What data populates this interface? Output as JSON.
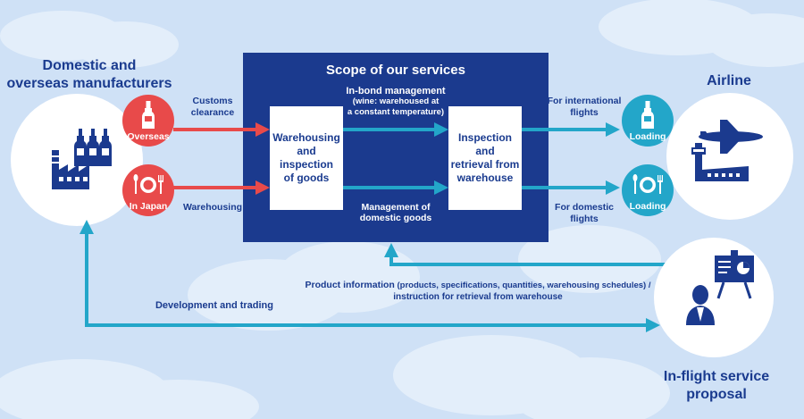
{
  "left_group": {
    "title_line1": "Domestic and",
    "title_line2": "overseas manufacturers"
  },
  "right_group": {
    "title": "Airline"
  },
  "bottom_right_group": {
    "title_line1": "In-flight service",
    "title_line2": "proposal"
  },
  "badges": {
    "overseas": "Overseas",
    "in_japan": "In Japan",
    "loading_international": "Loading",
    "loading_domestic": "Loading"
  },
  "arrows": {
    "customs_line1": "Customs",
    "customs_line2": "clearance",
    "warehousing": "Warehousing",
    "intl_line1": "For international",
    "intl_line2": "flights",
    "dom_line1": "For domestic",
    "dom_line2": "flights",
    "development": "Development and trading",
    "product_info_line1_bold": "Product information",
    "product_info_line1_rest": " (products, specifications, quantities, warehousing schedules) /",
    "product_info_line2": "instruction for retrieval from warehouse"
  },
  "scope": {
    "title": "Scope of our services",
    "bond_line1": "In-bond management",
    "bond_line2": "(wine: warehoused at",
    "bond_line3": "a constant temperature)",
    "domestic_line1": "Management of",
    "domestic_line2": "domestic goods",
    "box_left_line1": "Warehousing",
    "box_left_line2": "and inspection",
    "box_left_line3": "of goods",
    "box_right_line1": "Inspection and",
    "box_right_line2": "retrieval from",
    "box_right_line3": "warehouse"
  },
  "colors": {
    "navy": "#1b3a8e",
    "red": "#e84a4a",
    "teal": "#23a6c9",
    "sky": "#cfe1f6",
    "text": "#1a3b8f"
  }
}
